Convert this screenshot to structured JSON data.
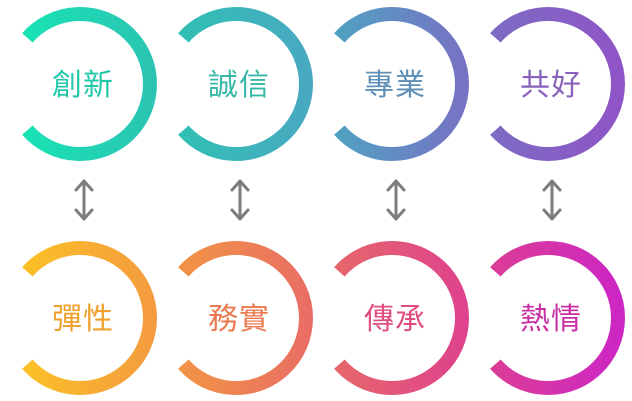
{
  "top_row": [
    {
      "label": "創新",
      "color": "#20c7a9"
    },
    {
      "label": "誠信",
      "color": "#38b8a9"
    },
    {
      "label": "專業",
      "color": "#5f8fb8"
    },
    {
      "label": "共好",
      "color": "#8a62bd"
    }
  ],
  "bottom_row": [
    {
      "label": "彈性",
      "color": "#f0a02c"
    },
    {
      "label": "務實",
      "color": "#ea7a4e"
    },
    {
      "label": "傳承",
      "color": "#df4f7e"
    },
    {
      "label": "熱情",
      "color": "#c92fa4"
    }
  ],
  "gradients": {
    "top": [
      "#14e8b4",
      "#2cc3b2",
      "#4aa8c2",
      "#7a6fc4",
      "#9152c6"
    ],
    "bottom": [
      "#fdc722",
      "#f39a40",
      "#e86c66",
      "#dd408f",
      "#cb24c9"
    ]
  },
  "arrow_color": "#7d7d7d",
  "arrow_icon": "double-vertical-arrow-icon"
}
